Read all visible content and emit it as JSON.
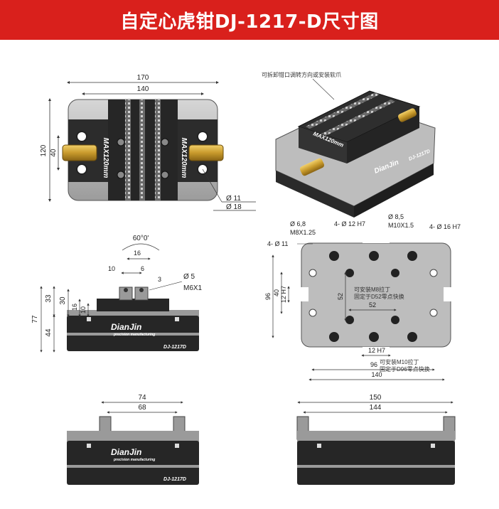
{
  "title": "自定心虎钳DJ-1217-D尺寸图",
  "top_view": {
    "dim_170": "170",
    "dim_140": "140",
    "dim_120": "120",
    "dim_40": "40",
    "hole_11": "Ø 11",
    "hole_18": "Ø 18",
    "jaw_marking": "MAX120mm"
  },
  "iso_view": {
    "note": "可拆卸钳口调转方向或安装软爪",
    "jaw_marking": "MAX120mm",
    "brand": "DianJin",
    "model": "DJ-1217D"
  },
  "side_view": {
    "angle": "60°0'",
    "dim_16": "16",
    "dim_10": "10",
    "dim_6": "6",
    "dim_3": "3",
    "hole_5": "Ø 5",
    "thread_m6": "M6X1",
    "dim_77": "77",
    "dim_33": "33",
    "dim_30": "30",
    "dim_44": "44",
    "dim_16v": "16",
    "dim_10v": "10",
    "brand": "DianJin",
    "sub_brand": "precision manufacturing",
    "model": "DJ-1217D"
  },
  "bottom_view": {
    "hole_68": "Ø 6,8",
    "thread_m8": "M8X1.25",
    "holes_12h7": "4- Ø 12 H7",
    "hole_85": "Ø 8,5",
    "thread_m10": "M10X1.5",
    "holes_16h7": "4- Ø 16 H7",
    "holes_11": "4- Ø 11",
    "note_m8": "可安装M8拉丁",
    "note_d52": "固定于D52零点快换",
    "note_m10": "可安装M10拉丁",
    "note_d96": "固定于D96零点快换",
    "dim_96v": "96",
    "dim_40v": "40",
    "dim_12h7v": "12 H7",
    "dim_52v": "52",
    "dim_52": "52",
    "dim_12h7": "12 H7",
    "dim_96": "96",
    "dim_140": "140"
  },
  "front_view_74": {
    "dim_74": "74",
    "dim_68": "68",
    "brand": "DianJin",
    "sub_brand": "precision manufacturing",
    "model": "DJ-1217D"
  },
  "front_view_150": {
    "dim_150": "150",
    "dim_144": "144"
  },
  "colors": {
    "banner": "#d9201c",
    "body": "#2a2a2a",
    "steel": "#b8b8b8",
    "brass": "#c89a2c"
  }
}
